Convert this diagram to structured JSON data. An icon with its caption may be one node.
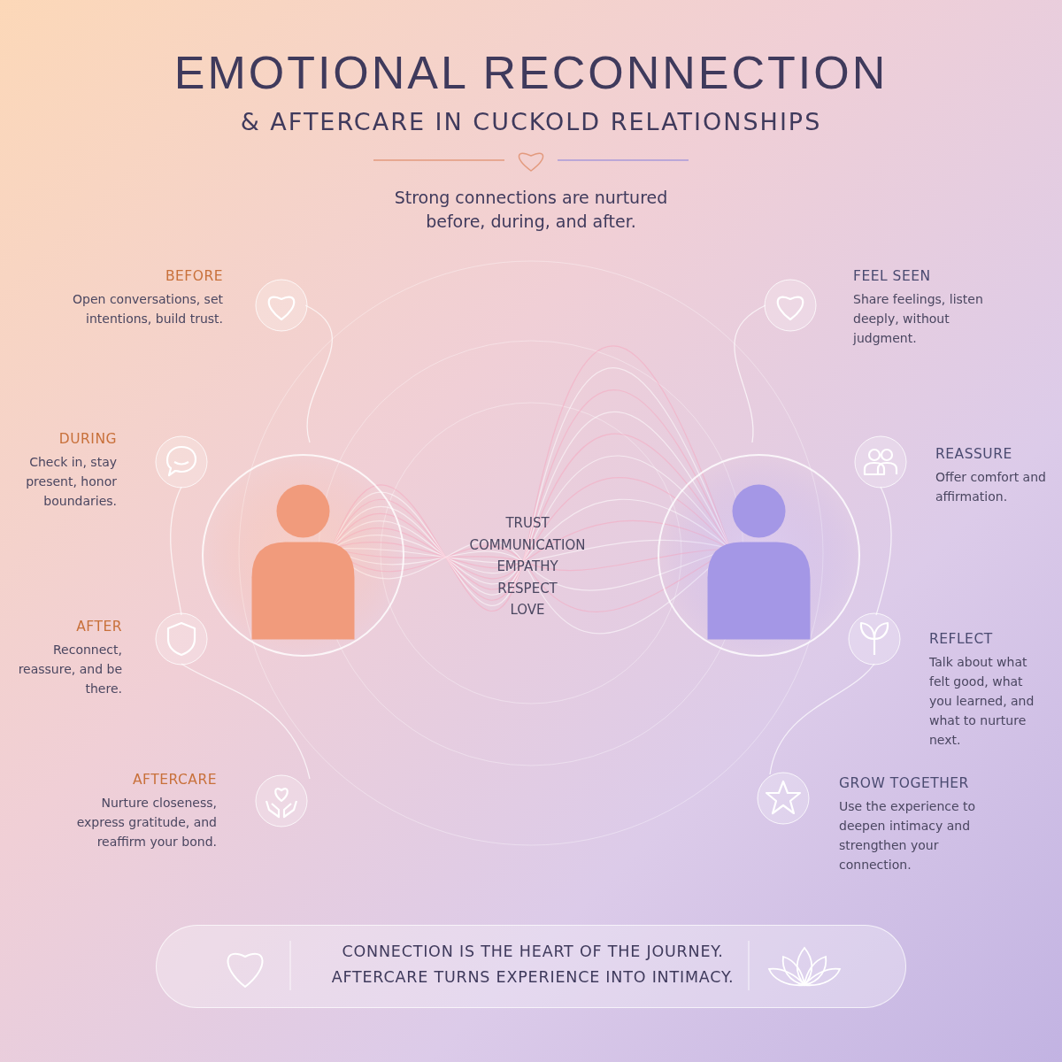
{
  "diagram": {
    "title": "EMOTIONAL RECONNECTION",
    "nodes": [
      {
        "text": [
          "BEFORE",
          "Open conversations, set intentions, build trust."
        ]
      },
      {
        "text": [
          "DURING",
          "Check in, stay present, honor boundaries."
        ]
      },
      {
        "text": [
          "AFTER",
          "Reconnect, reassure, and be there."
        ]
      },
      {
        "text": [
          "AFTERCARE",
          "Nurture closeness, express gratitude, and reaffirm your bond."
        ]
      },
      {
        "text": [
          "FEEL SEEN",
          "Share feelings, listen deeply, without judgment."
        ]
      },
      {
        "text": [
          "REASSURE",
          "Offer comfort and affirmation."
        ]
      },
      {
        "text": [
          "REFLECT",
          "Talk about what felt good, what you learned, and what to nurture next."
        ]
      },
      {
        "text": [
          "GROW TOGETHER",
          "Use the experience to deepen intimacy and strengthen your connection."
        ]
      },
      {
        "text": [],
        "shape": "person"
      },
      {
        "text": [],
        "shape": "person"
      },
      {
        "text": [
          "CONNECTION IS THE HEART OF THE JOURNEY.",
          "AFTERCARE TURNS EXPERIENCE INTO INTIMACY."
        ]
      }
    ],
    "labels": [
      "& AFTERCARE IN CUCKOLD RELATIONSHIPS",
      "Strong connections are nurtured before, during, and after.",
      "TRUST",
      "COMMUNICATION",
      "EMPATHY",
      "RESPECT",
      "LOVE"
    ]
  }
}
